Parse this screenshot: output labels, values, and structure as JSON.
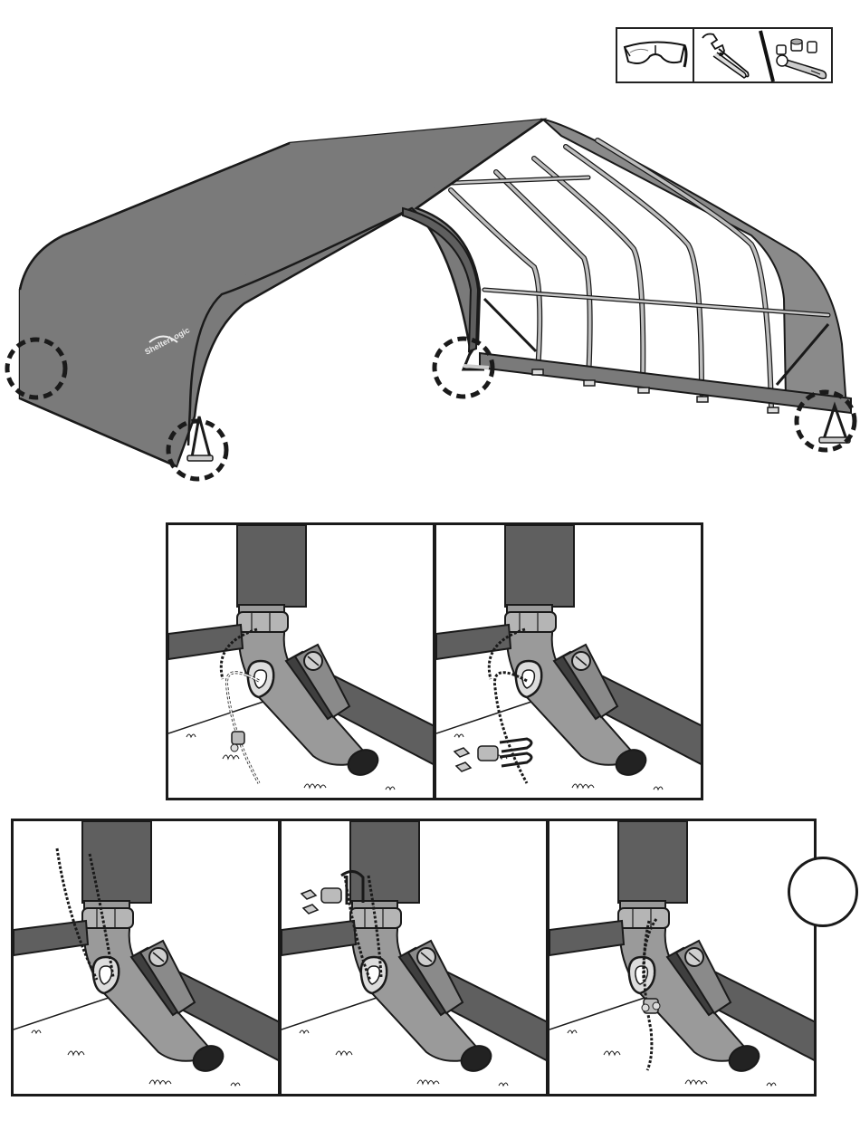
{
  "document": {
    "type": "assembly-instruction-page",
    "logo_text": "ShelterLogic",
    "step_label": ""
  },
  "tools": [
    {
      "name": "safety-glasses-icon"
    },
    {
      "name": "adjustable-wrench-icon"
    },
    {
      "name": "socket-wrench-icon"
    }
  ],
  "colors": {
    "cover": "#7a7a7a",
    "cover_dark": "#5f5f5f",
    "frame": "#b5b5b5",
    "outline": "#1a1a1a",
    "highlight_ring": "#1a1a1a"
  },
  "detail_panels": [
    {
      "step": "cable-loop-start"
    },
    {
      "step": "cable-clamp-parts"
    },
    {
      "step": "cable-through-eye"
    },
    {
      "step": "cable-clamp-install"
    },
    {
      "step": "cable-clamp-tightened"
    }
  ]
}
